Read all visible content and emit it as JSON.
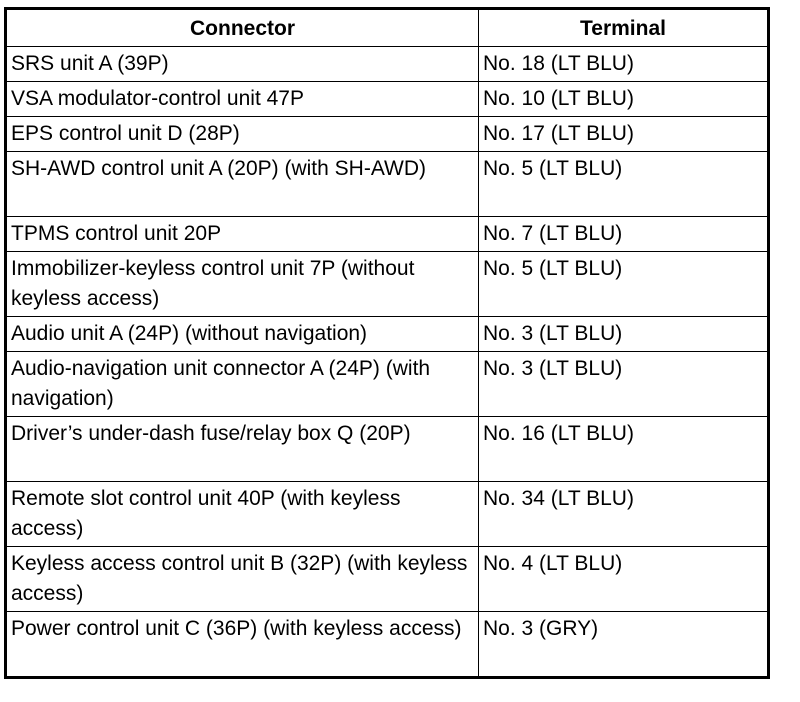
{
  "table": {
    "headers": {
      "connector": "Connector",
      "terminal": "Terminal"
    },
    "rows": [
      {
        "connector": "SRS unit A (39P)",
        "terminal": "No. 18 (LT BLU)"
      },
      {
        "connector": "VSA modulator-control unit 47P",
        "terminal": "No. 10 (LT BLU)"
      },
      {
        "connector": "EPS control unit D (28P)",
        "terminal": "No. 17 (LT BLU)"
      },
      {
        "connector": "SH-AWD control unit A (20P)   (with SH-AWD)",
        "terminal": "No. 5 (LT BLU)"
      },
      {
        "connector": "TPMS control unit 20P",
        "terminal": "No. 7 (LT BLU)"
      },
      {
        "connector": "Immobilizer-keyless control unit 7P (without keyless access)",
        "terminal": "No. 5 (LT BLU)"
      },
      {
        "connector": "Audio unit A (24P) (without navigation)",
        "terminal": "No. 3 (LT BLU)"
      },
      {
        "connector": "Audio-navigation unit connector A (24P) (with navigation)",
        "terminal": "No. 3 (LT BLU)"
      },
      {
        "connector": "Driver’s under-dash fuse/relay box Q (20P)",
        "terminal": "No. 16 (LT BLU)"
      },
      {
        "connector": "Remote slot control unit 40P   (with keyless access)",
        "terminal": "No. 34 (LT BLU)"
      },
      {
        "connector": "Keyless access control unit B (32P) (with keyless access)",
        "terminal": "No. 4 (LT BLU)"
      },
      {
        "connector": "Power control unit C (36P) (with keyless access)",
        "terminal": "No. 3 (GRY)"
      }
    ]
  }
}
